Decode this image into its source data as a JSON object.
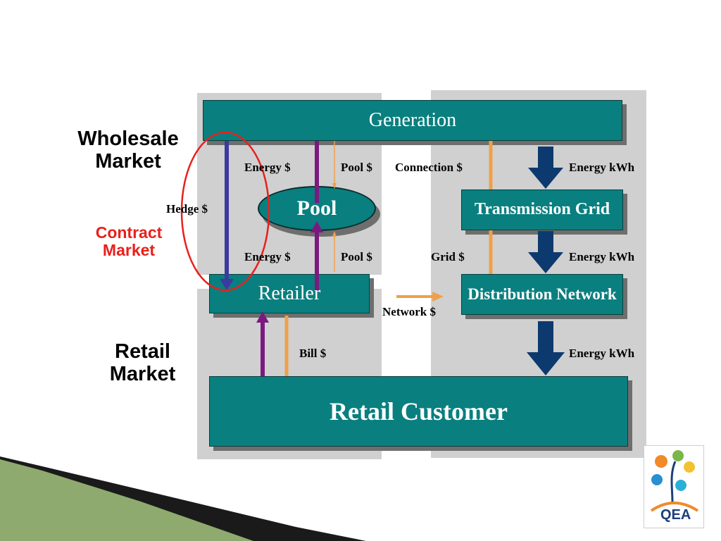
{
  "side_labels": {
    "wholesale": "Wholesale Market",
    "contract": "Contract Market",
    "retail": "Retail Market"
  },
  "boxes": {
    "generation": "Generation",
    "transmission": "Transmission Grid",
    "distribution": "Distribution Network",
    "retailer": "Retailer",
    "retail_customer": "Retail Customer",
    "pool": "Pool"
  },
  "flow_labels": {
    "hedge": "Hedge $",
    "energy_top": "Energy $",
    "pool_top": "Pool $",
    "connection": "Connection $",
    "energy_kwh_1": "Energy kWh",
    "energy_mid": "Energy $",
    "pool_mid": "Pool $",
    "grid": "Grid $",
    "energy_kwh_2": "Energy kWh",
    "network": "Network $",
    "bill": "Bill $",
    "energy_kwh_3": "Energy kWh"
  },
  "logo": {
    "text": "QEA"
  },
  "colors": {
    "box": "#0a7f7f",
    "panel": "#d0d0d0",
    "contract_red": "#e8201c",
    "navy_arrow": "#0d3a6e",
    "purple": "#7a1a80",
    "orange": "#f0a04a",
    "blue_hedge": "#3b3aa0"
  }
}
